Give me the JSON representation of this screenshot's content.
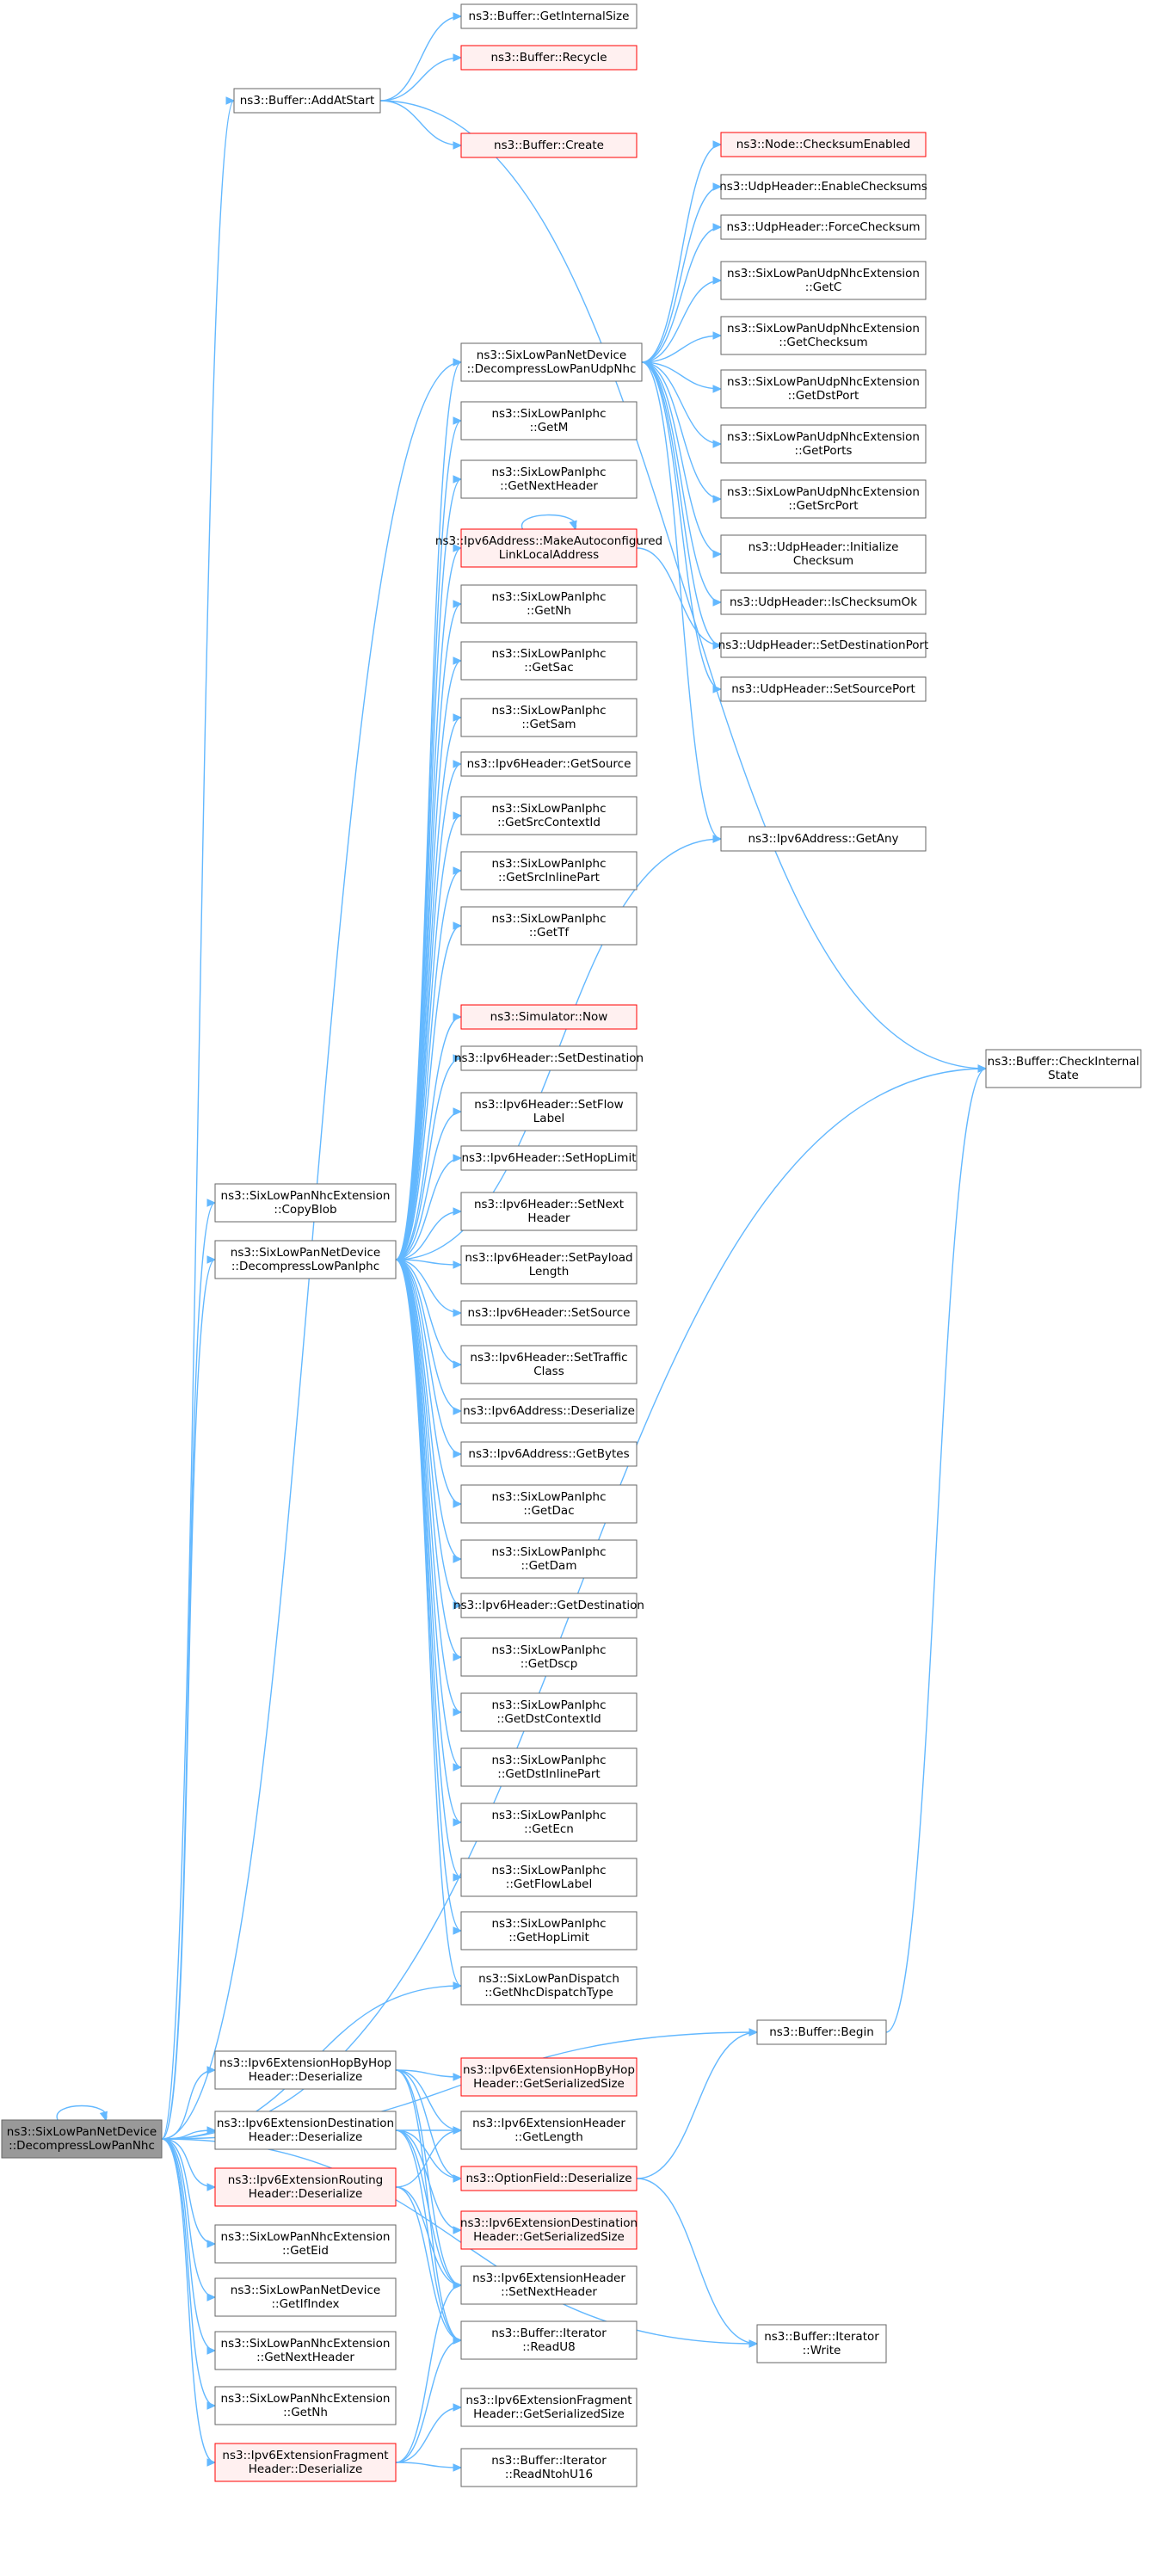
{
  "colors": {
    "edge": "#63b8ff",
    "node_border": "#666666",
    "node_fill": "#ffffff",
    "red_border": "#ff0000",
    "red_fill": "#fff0f0",
    "root_fill": "#999999",
    "root_border": "#666666"
  },
  "nodes": [
    {
      "id": "root",
      "style": "root",
      "lines": [
        "ns3::SixLowPanNetDevice",
        "::DecompressLowPanNhc"
      ]
    },
    {
      "id": "addAtStart",
      "style": "normal",
      "lines": [
        "ns3::Buffer::AddAtStart"
      ]
    },
    {
      "id": "getInternalSize",
      "style": "normal",
      "lines": [
        "ns3::Buffer::GetInternalSize"
      ]
    },
    {
      "id": "recycle",
      "style": "red",
      "lines": [
        "ns3::Buffer::Recycle"
      ]
    },
    {
      "id": "create",
      "style": "red",
      "lines": [
        "ns3::Buffer::Create"
      ]
    },
    {
      "id": "checkInternal",
      "style": "normal",
      "lines": [
        "ns3::Buffer::CheckInternal",
        "State"
      ]
    },
    {
      "id": "decompUdp",
      "style": "normal",
      "lines": [
        "ns3::SixLowPanNetDevice",
        "::DecompressLowPanUdpNhc"
      ]
    },
    {
      "id": "checksumEnabled",
      "style": "red",
      "lines": [
        "ns3::Node::ChecksumEnabled"
      ]
    },
    {
      "id": "enableChecksums",
      "style": "normal",
      "lines": [
        "ns3::UdpHeader::EnableChecksums"
      ]
    },
    {
      "id": "forceChecksum",
      "style": "normal",
      "lines": [
        "ns3::UdpHeader::ForceChecksum"
      ]
    },
    {
      "id": "udpGetC",
      "style": "normal",
      "lines": [
        "ns3::SixLowPanUdpNhcExtension",
        "::GetC"
      ]
    },
    {
      "id": "udpGetChecksum",
      "style": "normal",
      "lines": [
        "ns3::SixLowPanUdpNhcExtension",
        "::GetChecksum"
      ]
    },
    {
      "id": "udpGetDstPort",
      "style": "normal",
      "lines": [
        "ns3::SixLowPanUdpNhcExtension",
        "::GetDstPort"
      ]
    },
    {
      "id": "udpGetPorts",
      "style": "normal",
      "lines": [
        "ns3::SixLowPanUdpNhcExtension",
        "::GetPorts"
      ]
    },
    {
      "id": "udpGetSrcPort",
      "style": "normal",
      "lines": [
        "ns3::SixLowPanUdpNhcExtension",
        "::GetSrcPort"
      ]
    },
    {
      "id": "udpInitChecksum",
      "style": "normal",
      "lines": [
        "ns3::UdpHeader::Initialize",
        "Checksum"
      ]
    },
    {
      "id": "isChecksumOk",
      "style": "normal",
      "lines": [
        "ns3::UdpHeader::IsChecksumOk"
      ]
    },
    {
      "id": "setDestPort",
      "style": "normal",
      "lines": [
        "ns3::UdpHeader::SetDestinationPort"
      ]
    },
    {
      "id": "setSrcPort",
      "style": "normal",
      "lines": [
        "ns3::UdpHeader::SetSourcePort"
      ]
    },
    {
      "id": "getAny",
      "style": "normal",
      "lines": [
        "ns3::Ipv6Address::GetAny"
      ]
    },
    {
      "id": "iphcGetM",
      "style": "normal",
      "lines": [
        "ns3::SixLowPanIphc",
        "::GetM"
      ]
    },
    {
      "id": "iphcGetNextHeader",
      "style": "normal",
      "lines": [
        "ns3::SixLowPanIphc",
        "::GetNextHeader"
      ]
    },
    {
      "id": "makeAutoconf",
      "style": "red",
      "lines": [
        "ns3::Ipv6Address::MakeAutoconfigured",
        "LinkLocalAddress"
      ]
    },
    {
      "id": "iphcGetNh",
      "style": "normal",
      "lines": [
        "ns3::SixLowPanIphc",
        "::GetNh"
      ]
    },
    {
      "id": "iphcGetSac",
      "style": "normal",
      "lines": [
        "ns3::SixLowPanIphc",
        "::GetSac"
      ]
    },
    {
      "id": "iphcGetSam",
      "style": "normal",
      "lines": [
        "ns3::SixLowPanIphc",
        "::GetSam"
      ]
    },
    {
      "id": "ipv6GetSource",
      "style": "normal",
      "lines": [
        "ns3::Ipv6Header::GetSource"
      ]
    },
    {
      "id": "iphcGetSrcContextId",
      "style": "normal",
      "lines": [
        "ns3::SixLowPanIphc",
        "::GetSrcContextId"
      ]
    },
    {
      "id": "iphcGetSrcInlinePart",
      "style": "normal",
      "lines": [
        "ns3::SixLowPanIphc",
        "::GetSrcInlinePart"
      ]
    },
    {
      "id": "iphcGetTf",
      "style": "normal",
      "lines": [
        "ns3::SixLowPanIphc",
        "::GetTf"
      ]
    },
    {
      "id": "simNow",
      "style": "red",
      "lines": [
        "ns3::Simulator::Now"
      ]
    },
    {
      "id": "setDestination",
      "style": "normal",
      "lines": [
        "ns3::Ipv6Header::SetDestination"
      ]
    },
    {
      "id": "setFlowLabel",
      "style": "normal",
      "lines": [
        "ns3::Ipv6Header::SetFlow",
        "Label"
      ]
    },
    {
      "id": "setHopLimit",
      "style": "normal",
      "lines": [
        "ns3::Ipv6Header::SetHopLimit"
      ]
    },
    {
      "id": "copyBlob",
      "style": "normal",
      "lines": [
        "ns3::SixLowPanNhcExtension",
        "::CopyBlob"
      ]
    },
    {
      "id": "decompIphc",
      "style": "normal",
      "lines": [
        "ns3::SixLowPanNetDevice",
        "::DecompressLowPanIphc"
      ]
    },
    {
      "id": "setNextHeader",
      "style": "normal",
      "lines": [
        "ns3::Ipv6Header::SetNext",
        "Header"
      ]
    },
    {
      "id": "setPayloadLength",
      "style": "normal",
      "lines": [
        "ns3::Ipv6Header::SetPayload",
        "Length"
      ]
    },
    {
      "id": "setSource",
      "style": "normal",
      "lines": [
        "ns3::Ipv6Header::SetSource"
      ]
    },
    {
      "id": "setTrafficClass",
      "style": "normal",
      "lines": [
        "ns3::Ipv6Header::SetTraffic",
        "Class"
      ]
    },
    {
      "id": "ipv6AddrDeserialize",
      "style": "normal",
      "lines": [
        "ns3::Ipv6Address::Deserialize"
      ]
    },
    {
      "id": "ipv6AddrGetBytes",
      "style": "normal",
      "lines": [
        "ns3::Ipv6Address::GetBytes"
      ]
    },
    {
      "id": "iphcGetDac",
      "style": "normal",
      "lines": [
        "ns3::SixLowPanIphc",
        "::GetDac"
      ]
    },
    {
      "id": "iphcGetDam",
      "style": "normal",
      "lines": [
        "ns3::SixLowPanIphc",
        "::GetDam"
      ]
    },
    {
      "id": "ipv6GetDestination",
      "style": "normal",
      "lines": [
        "ns3::Ipv6Header::GetDestination"
      ]
    },
    {
      "id": "iphcGetDscp",
      "style": "normal",
      "lines": [
        "ns3::SixLowPanIphc",
        "::GetDscp"
      ]
    },
    {
      "id": "iphcGetDstContextId",
      "style": "normal",
      "lines": [
        "ns3::SixLowPanIphc",
        "::GetDstContextId"
      ]
    },
    {
      "id": "iphcGetDstInlinePart",
      "style": "normal",
      "lines": [
        "ns3::SixLowPanIphc",
        "::GetDstInlinePart"
      ]
    },
    {
      "id": "iphcGetEcn",
      "style": "normal",
      "lines": [
        "ns3::SixLowPanIphc",
        "::GetEcn"
      ]
    },
    {
      "id": "iphcGetFlowLabel",
      "style": "normal",
      "lines": [
        "ns3::SixLowPanIphc",
        "::GetFlowLabel"
      ]
    },
    {
      "id": "iphcGetHopLimit",
      "style": "normal",
      "lines": [
        "ns3::SixLowPanIphc",
        "::GetHopLimit"
      ]
    },
    {
      "id": "getNhcDispatchType",
      "style": "normal",
      "lines": [
        "ns3::SixLowPanDispatch",
        "::GetNhcDispatchType"
      ]
    },
    {
      "id": "bufferBegin",
      "style": "normal",
      "lines": [
        "ns3::Buffer::Begin"
      ]
    },
    {
      "id": "hopByHopDeser",
      "style": "normal",
      "lines": [
        "ns3::Ipv6ExtensionHopByHop",
        "Header::Deserialize"
      ]
    },
    {
      "id": "hopByHopSize",
      "style": "red",
      "lines": [
        "ns3::Ipv6ExtensionHopByHop",
        "Header::GetSerializedSize"
      ]
    },
    {
      "id": "destDeser",
      "style": "normal",
      "lines": [
        "ns3::Ipv6ExtensionDestination",
        "Header::Deserialize"
      ]
    },
    {
      "id": "extGetLength",
      "style": "normal",
      "lines": [
        "ns3::Ipv6ExtensionHeader",
        "::GetLength"
      ]
    },
    {
      "id": "optionDeser",
      "style": "red",
      "lines": [
        "ns3::OptionField::Deserialize"
      ]
    },
    {
      "id": "routingDeser",
      "style": "red",
      "lines": [
        "ns3::Ipv6ExtensionRouting",
        "Header::Deserialize"
      ]
    },
    {
      "id": "destSize",
      "style": "red",
      "lines": [
        "ns3::Ipv6ExtensionDestination",
        "Header::GetSerializedSize"
      ]
    },
    {
      "id": "nhcGetEid",
      "style": "normal",
      "lines": [
        "ns3::SixLowPanNhcExtension",
        "::GetEid"
      ]
    },
    {
      "id": "extSetNextHeader",
      "style": "normal",
      "lines": [
        "ns3::Ipv6ExtensionHeader",
        "::SetNextHeader"
      ]
    },
    {
      "id": "getIfIndex",
      "style": "normal",
      "lines": [
        "ns3::SixLowPanNetDevice",
        "::GetIfIndex"
      ]
    },
    {
      "id": "readU8",
      "style": "normal",
      "lines": [
        "ns3::Buffer::Iterator",
        "::ReadU8"
      ]
    },
    {
      "id": "iterWrite",
      "style": "normal",
      "lines": [
        "ns3::Buffer::Iterator",
        "::Write"
      ]
    },
    {
      "id": "nhcGetNextHeader",
      "style": "normal",
      "lines": [
        "ns3::SixLowPanNhcExtension",
        "::GetNextHeader"
      ]
    },
    {
      "id": "nhcGetNh",
      "style": "normal",
      "lines": [
        "ns3::SixLowPanNhcExtension",
        "::GetNh"
      ]
    },
    {
      "id": "fragSize",
      "style": "normal",
      "lines": [
        "ns3::Ipv6ExtensionFragment",
        "Header::GetSerializedSize"
      ]
    },
    {
      "id": "fragDeser",
      "style": "red",
      "lines": [
        "ns3::Ipv6ExtensionFragment",
        "Header::Deserialize"
      ]
    },
    {
      "id": "readNtohU16",
      "style": "normal",
      "lines": [
        "ns3::Buffer::Iterator",
        "::ReadNtohU16"
      ]
    }
  ],
  "edges": [
    [
      "root",
      "root"
    ],
    [
      "root",
      "addAtStart"
    ],
    [
      "root",
      "checkInternal"
    ],
    [
      "root",
      "decompUdp"
    ],
    [
      "root",
      "copyBlob"
    ],
    [
      "root",
      "decompIphc"
    ],
    [
      "root",
      "getNhcDispatchType"
    ],
    [
      "root",
      "bufferBegin"
    ],
    [
      "root",
      "hopByHopDeser"
    ],
    [
      "root",
      "destDeser"
    ],
    [
      "root",
      "routingDeser"
    ],
    [
      "root",
      "nhcGetEid"
    ],
    [
      "root",
      "getIfIndex"
    ],
    [
      "root",
      "nhcGetNextHeader"
    ],
    [
      "root",
      "nhcGetNh"
    ],
    [
      "root",
      "fragDeser"
    ],
    [
      "root",
      "iterWrite"
    ],
    [
      "addAtStart",
      "getInternalSize"
    ],
    [
      "addAtStart",
      "recycle"
    ],
    [
      "addAtStart",
      "create"
    ],
    [
      "addAtStart",
      "checkInternal"
    ],
    [
      "decompUdp",
      "checksumEnabled"
    ],
    [
      "decompUdp",
      "enableChecksums"
    ],
    [
      "decompUdp",
      "forceChecksum"
    ],
    [
      "decompUdp",
      "udpGetC"
    ],
    [
      "decompUdp",
      "udpGetChecksum"
    ],
    [
      "decompUdp",
      "udpGetDstPort"
    ],
    [
      "decompUdp",
      "udpGetPorts"
    ],
    [
      "decompUdp",
      "udpGetSrcPort"
    ],
    [
      "decompUdp",
      "udpInitChecksum"
    ],
    [
      "decompUdp",
      "isChecksumOk"
    ],
    [
      "decompUdp",
      "setDestPort"
    ],
    [
      "decompUdp",
      "setSrcPort"
    ],
    [
      "decompUdp",
      "getAny"
    ],
    [
      "makeAutoconf",
      "makeAutoconf"
    ],
    [
      "makeAutoconf",
      "setDestPort"
    ],
    [
      "decompIphc",
      "decompUdp"
    ],
    [
      "decompIphc",
      "iphcGetM"
    ],
    [
      "decompIphc",
      "iphcGetNextHeader"
    ],
    [
      "decompIphc",
      "makeAutoconf"
    ],
    [
      "decompIphc",
      "iphcGetNh"
    ],
    [
      "decompIphc",
      "iphcGetSac"
    ],
    [
      "decompIphc",
      "iphcGetSam"
    ],
    [
      "decompIphc",
      "ipv6GetSource"
    ],
    [
      "decompIphc",
      "iphcGetSrcContextId"
    ],
    [
      "decompIphc",
      "iphcGetSrcInlinePart"
    ],
    [
      "decompIphc",
      "iphcGetTf"
    ],
    [
      "decompIphc",
      "getAny"
    ],
    [
      "decompIphc",
      "simNow"
    ],
    [
      "decompIphc",
      "setDestination"
    ],
    [
      "decompIphc",
      "setFlowLabel"
    ],
    [
      "decompIphc",
      "setHopLimit"
    ],
    [
      "decompIphc",
      "setNextHeader"
    ],
    [
      "decompIphc",
      "setPayloadLength"
    ],
    [
      "decompIphc",
      "setSource"
    ],
    [
      "decompIphc",
      "setTrafficClass"
    ],
    [
      "decompIphc",
      "ipv6AddrDeserialize"
    ],
    [
      "decompIphc",
      "ipv6AddrGetBytes"
    ],
    [
      "decompIphc",
      "iphcGetDac"
    ],
    [
      "decompIphc",
      "iphcGetDam"
    ],
    [
      "decompIphc",
      "ipv6GetDestination"
    ],
    [
      "decompIphc",
      "iphcGetDscp"
    ],
    [
      "decompIphc",
      "iphcGetDstContextId"
    ],
    [
      "decompIphc",
      "iphcGetDstInlinePart"
    ],
    [
      "decompIphc",
      "iphcGetEcn"
    ],
    [
      "decompIphc",
      "iphcGetFlowLabel"
    ],
    [
      "decompIphc",
      "iphcGetHopLimit"
    ],
    [
      "decompIphc",
      "getNhcDispatchType"
    ],
    [
      "bufferBegin",
      "checkInternal"
    ],
    [
      "hopByHopDeser",
      "hopByHopSize"
    ],
    [
      "hopByHopDeser",
      "extGetLength"
    ],
    [
      "hopByHopDeser",
      "optionDeser"
    ],
    [
      "hopByHopDeser",
      "extSetNextHeader"
    ],
    [
      "hopByHopDeser",
      "readU8"
    ],
    [
      "destDeser",
      "extGetLength"
    ],
    [
      "destDeser",
      "optionDeser"
    ],
    [
      "destDeser",
      "destSize"
    ],
    [
      "destDeser",
      "extSetNextHeader"
    ],
    [
      "destDeser",
      "readU8"
    ],
    [
      "routingDeser",
      "extGetLength"
    ],
    [
      "routingDeser",
      "extSetNextHeader"
    ],
    [
      "routingDeser",
      "readU8"
    ],
    [
      "optionDeser",
      "bufferBegin"
    ],
    [
      "optionDeser",
      "iterWrite"
    ],
    [
      "fragDeser",
      "fragSize"
    ],
    [
      "fragDeser",
      "readNtohU16"
    ],
    [
      "fragDeser",
      "extSetNextHeader"
    ],
    [
      "fragDeser",
      "readU8"
    ]
  ]
}
